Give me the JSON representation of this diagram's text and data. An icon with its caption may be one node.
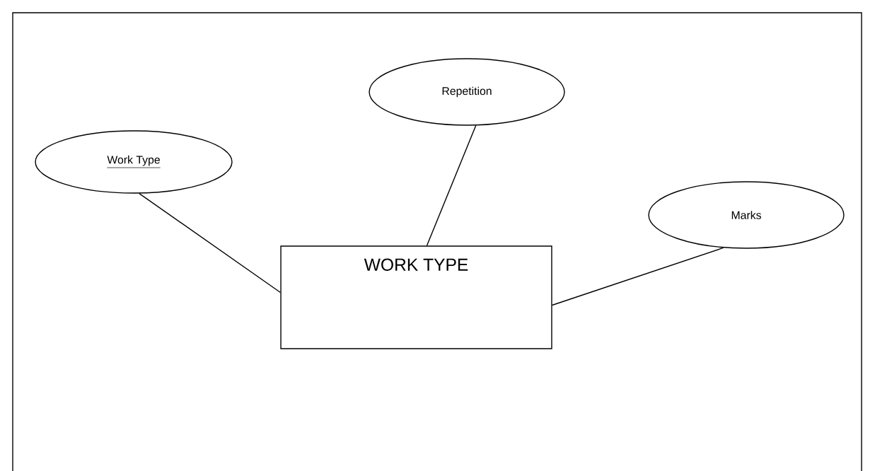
{
  "diagram": {
    "nodes": [
      {
        "text": [
          "WORK TYPE"
        ]
      },
      {
        "text": [
          "Work Type"
        ]
      },
      {
        "text": [
          "Repetition"
        ]
      },
      {
        "text": [
          "Marks"
        ]
      }
    ],
    "edges": [
      {
        "from": 1,
        "to": 0,
        "arrow": "none"
      },
      {
        "from": 2,
        "to": 0,
        "arrow": "none"
      },
      {
        "from": 3,
        "to": 0,
        "arrow": "none"
      }
    ]
  }
}
